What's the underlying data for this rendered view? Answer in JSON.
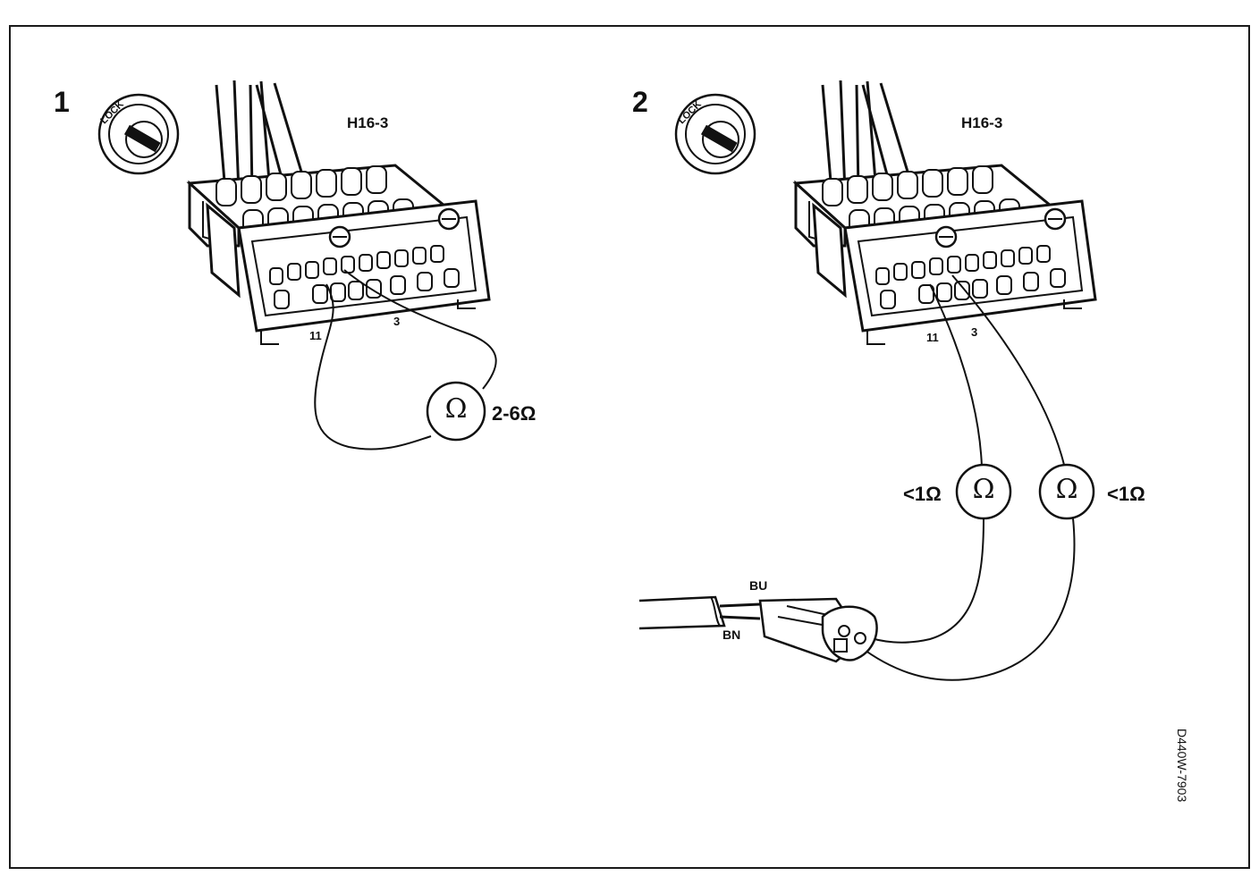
{
  "panels": [
    {
      "step": "1",
      "connector": "H16-3",
      "lock_icon": "ignition-lock-off-icon",
      "lock_text": "LOCK",
      "pins": [
        "11",
        "3"
      ],
      "meters": [
        {
          "symbol": "Ω",
          "reading": "2-6Ω"
        }
      ]
    },
    {
      "step": "2",
      "connector": "H16-3",
      "lock_icon": "ignition-lock-off-icon",
      "lock_text": "LOCK",
      "pins": [
        "11",
        "3"
      ],
      "meters": [
        {
          "symbol": "Ω",
          "reading": "<1Ω"
        },
        {
          "symbol": "Ω",
          "reading": "<1Ω"
        }
      ],
      "wires": [
        "BU",
        "BN"
      ]
    }
  ],
  "figure_code": "D440W-7903"
}
